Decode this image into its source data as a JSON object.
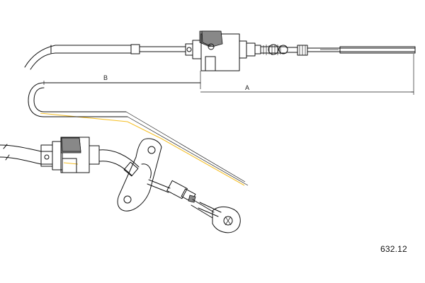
{
  "part_number": "632.12",
  "dimension_labels": {
    "a": "A",
    "b": "B"
  },
  "colors": {
    "line": "#111111",
    "watermark": "#f3b400",
    "hatch": "#888888"
  }
}
